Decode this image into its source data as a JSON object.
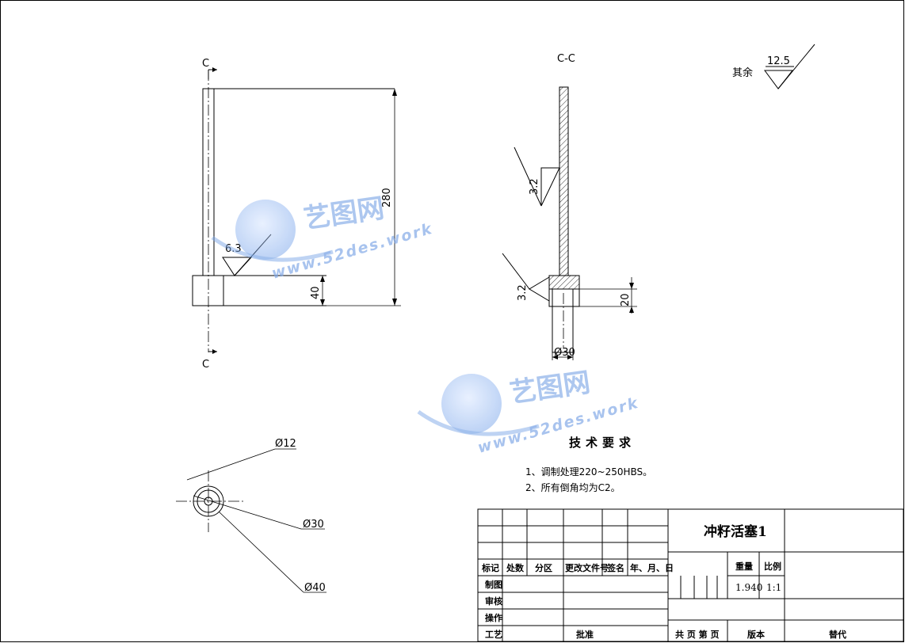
{
  "section_labels": {
    "c_top": "C",
    "c_bottom": "C",
    "section_view": "C-C"
  },
  "dimensions": {
    "height_280": "280",
    "height_40": "40",
    "rough_6_3": "6.3",
    "rough_3_2_upper": "3.2",
    "rough_3_2_lower": "3.2",
    "height_20": "20",
    "dia_30_section": "Ø30",
    "dia_12": "Ø12",
    "dia_30": "Ø30",
    "dia_40": "Ø40"
  },
  "roughness_note": {
    "label": "其余",
    "value": "12.5"
  },
  "tech_requirements": {
    "heading": "技术要求",
    "items": [
      "1、调制处理220~250HBS。",
      "2、所有倒角均为C2。"
    ]
  },
  "title_block": {
    "part_name": "冲籽活塞1",
    "headers": {
      "mark": "标记",
      "count": "处数",
      "zone": "分区",
      "doc_no": "更改文件号",
      "sign": "签名",
      "date": "年、月、日"
    },
    "rows": {
      "draw": "制图",
      "check": "审核",
      "craft": "工艺",
      "approve": "批准",
      "process": "操作"
    },
    "weight_label": "重量",
    "scale_label": "比例",
    "weight_value": "1.940",
    "scale_value": "1:1",
    "sheets_label": "共 页 第 页",
    "version_label": "版本",
    "replace_label": "替代"
  },
  "watermark": {
    "cn": "艺图网",
    "url": "www.52des.work"
  }
}
